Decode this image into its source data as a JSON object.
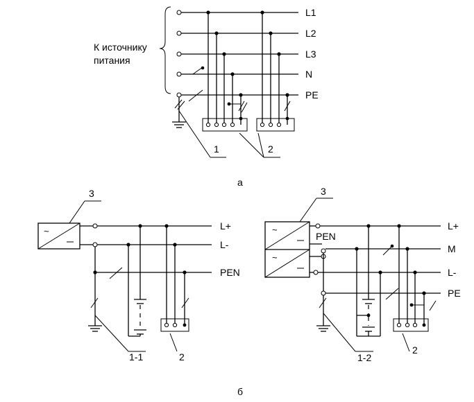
{
  "diagram_a": {
    "source_label_line1": "К источнику",
    "source_label_line2": "питания",
    "bus_labels": [
      "L1",
      "L2",
      "L3",
      "N",
      "PE"
    ],
    "callouts": [
      "1",
      "2"
    ],
    "caption": "а"
  },
  "diagram_b_left": {
    "source_number": "3",
    "bus_labels": [
      "L+",
      "L-",
      "PEN"
    ],
    "callouts": [
      "1-1",
      "2"
    ]
  },
  "diagram_b_right": {
    "source_number": "3",
    "pen_label": "PEN",
    "bus_labels": [
      "L+",
      "M",
      "L-",
      "PE"
    ],
    "callouts": [
      "1-2",
      "2"
    ]
  },
  "caption_b": "б"
}
